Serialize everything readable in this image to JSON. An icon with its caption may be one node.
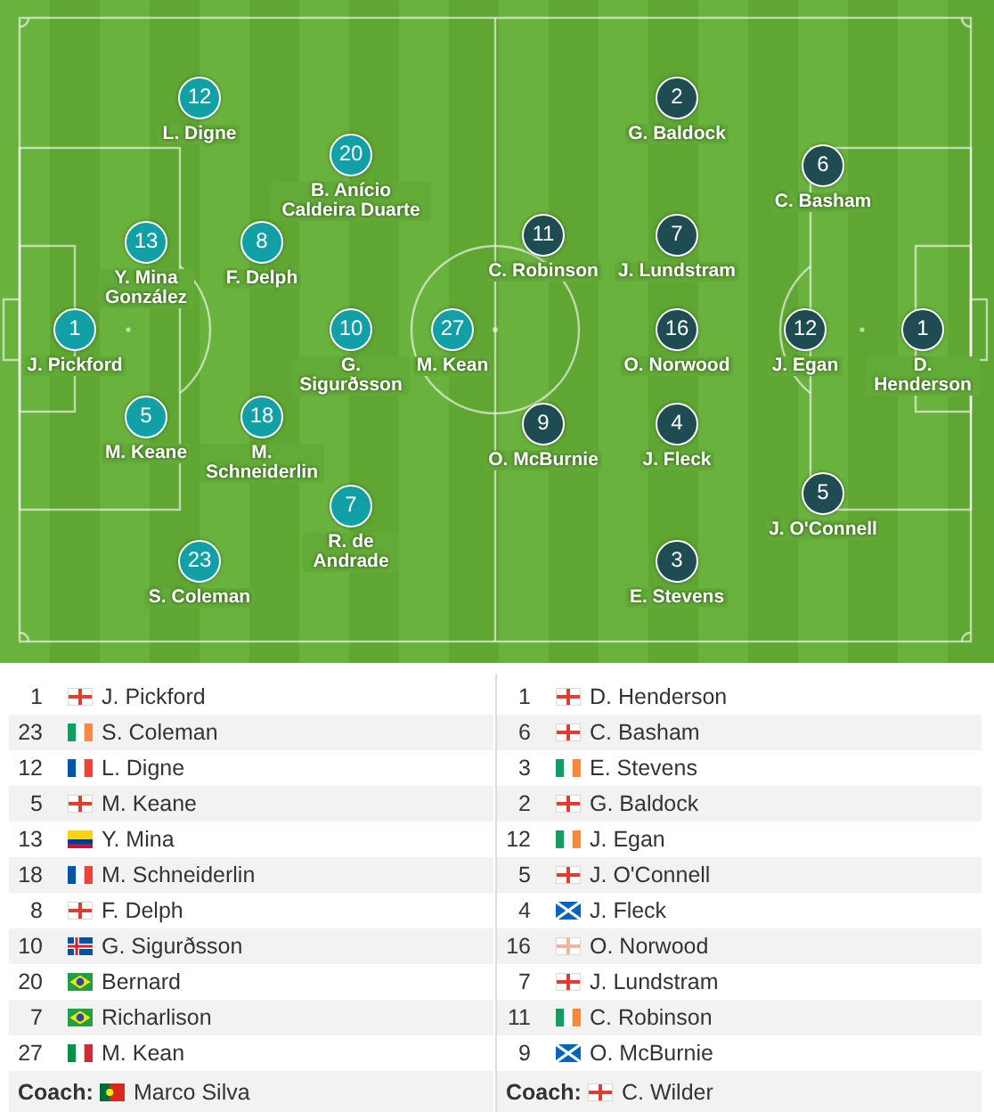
{
  "diagram": {
    "nodes": [
      {
        "text": [
          "1",
          "J. Pickford"
        ]
      },
      {
        "text": [
          "23",
          "S. Coleman"
        ]
      },
      {
        "text": [
          "12",
          "L. Digne"
        ]
      },
      {
        "text": [
          "5",
          "M. Keane"
        ]
      },
      {
        "text": [
          "13",
          "Y. Mina González"
        ]
      },
      {
        "text": [
          "18",
          "M. Schneiderlin"
        ]
      },
      {
        "text": [
          "8",
          "F. Delph"
        ]
      },
      {
        "text": [
          "10",
          "G. Sigurðsson"
        ]
      },
      {
        "text": [
          "20",
          "B. Anício Caldeira Duarte"
        ]
      },
      {
        "text": [
          "7",
          "R. de Andrade"
        ]
      },
      {
        "text": [
          "27",
          "M. Kean"
        ]
      },
      {
        "text": [
          "1",
          "D. Henderson"
        ]
      },
      {
        "text": [
          "6",
          "C. Basham"
        ]
      },
      {
        "text": [
          "3",
          "E. Stevens"
        ]
      },
      {
        "text": [
          "2",
          "G. Baldock"
        ]
      },
      {
        "text": [
          "12",
          "J. Egan"
        ]
      },
      {
        "text": [
          "5",
          "J. O'Connell"
        ]
      },
      {
        "text": [
          "4",
          "J. Fleck"
        ]
      },
      {
        "text": [
          "16",
          "O. Norwood"
        ]
      },
      {
        "text": [
          "7",
          "J. Lundstram"
        ]
      },
      {
        "text": [
          "11",
          "C. Robinson"
        ]
      },
      {
        "text": [
          "9",
          "O. McBurnie"
        ]
      }
    ],
    "labels": [
      "1",
      "J. Pickford",
      "23",
      "S. Coleman",
      "12",
      "L. Digne",
      "5",
      "M. Keane",
      "13",
      "Y. Mina",
      "18",
      "M. Schneiderlin",
      "8",
      "F. Delph",
      "10",
      "G. Sigurðsson",
      "20",
      "Bernard",
      "7",
      "Richarlison",
      "27",
      "M. Kean",
      "Coach:",
      "Marco Silva",
      "1",
      "D. Henderson",
      "6",
      "C. Basham",
      "3",
      "E. Stevens",
      "2",
      "G. Baldock",
      "12",
      "J. Egan",
      "5",
      "J. O'Connell",
      "4",
      "J. Fleck",
      "16",
      "O. Norwood",
      "7",
      "J. Lundstram",
      "11",
      "C. Robinson",
      "9",
      "O. McBurnie",
      "Coach:",
      "C. Wilder"
    ]
  }
}
